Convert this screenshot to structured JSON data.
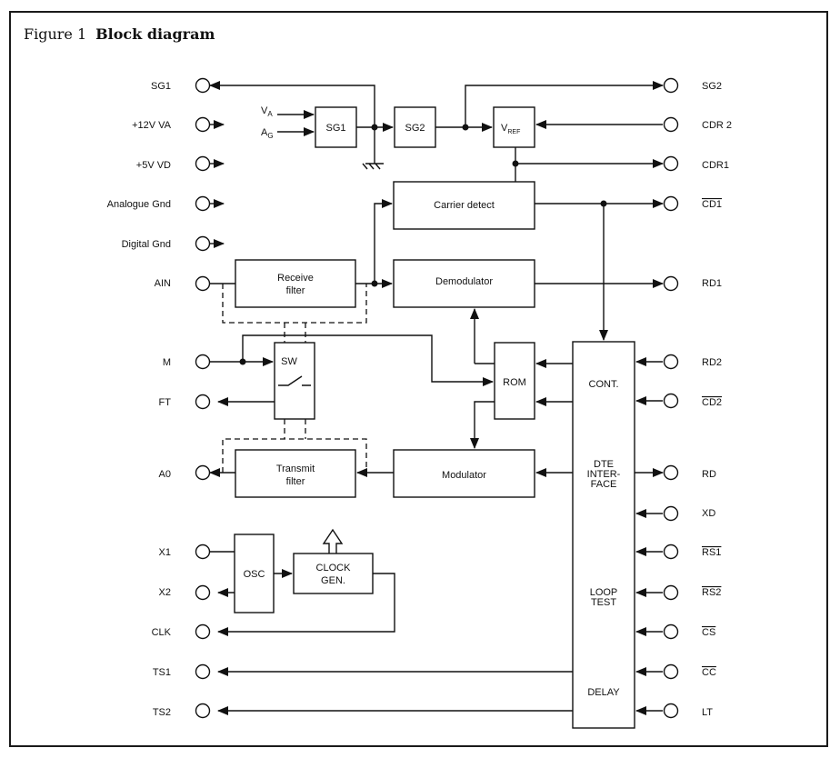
{
  "caption": {
    "figure": "Figure 1",
    "title": "Block diagram"
  },
  "pins_left": [
    "SG1",
    "+12V VA",
    "+5V VD",
    "Analogue Gnd",
    "Digital Gnd",
    "AIN",
    "M",
    "FT",
    "A0",
    "X1",
    "X2",
    "CLK",
    "TS1",
    "TS2"
  ],
  "pins_right": [
    "SG2",
    "CDR 2",
    "CDR1",
    "CD1",
    "RD1",
    "RD2",
    "CD2",
    "RD",
    "XD",
    "RS1",
    "RS2",
    "CS",
    "CC",
    "LT"
  ],
  "overlined_right": [
    "CD1",
    "CD2",
    "RS1",
    "RS2",
    "CS",
    "CC"
  ],
  "inputs": {
    "va_main": "V",
    "va_sub": "A",
    "ag_main": "A",
    "ag_sub": "G"
  },
  "blocks": {
    "sg1": "SG1",
    "sg2": "SG2",
    "vref_main": "V",
    "vref_sub": "REF",
    "carrier_detect": "Carrier detect",
    "receive_filter_1": "Receive",
    "receive_filter_2": "filter",
    "demodulator": "Demodulator",
    "sw": "SW",
    "rom": "ROM",
    "transmit_filter_1": "Transmit",
    "transmit_filter_2": "filter",
    "modulator": "Modulator",
    "osc": "OSC",
    "clock_gen_1": "CLOCK",
    "clock_gen_2": "GEN.",
    "ctrl_cont": "CONT.",
    "ctrl_dte_1": "DTE",
    "ctrl_dte_2": "INTER-",
    "ctrl_dte_3": "FACE",
    "ctrl_loop_1": "LOOP",
    "ctrl_loop_2": "TEST",
    "ctrl_delay": "DELAY"
  }
}
